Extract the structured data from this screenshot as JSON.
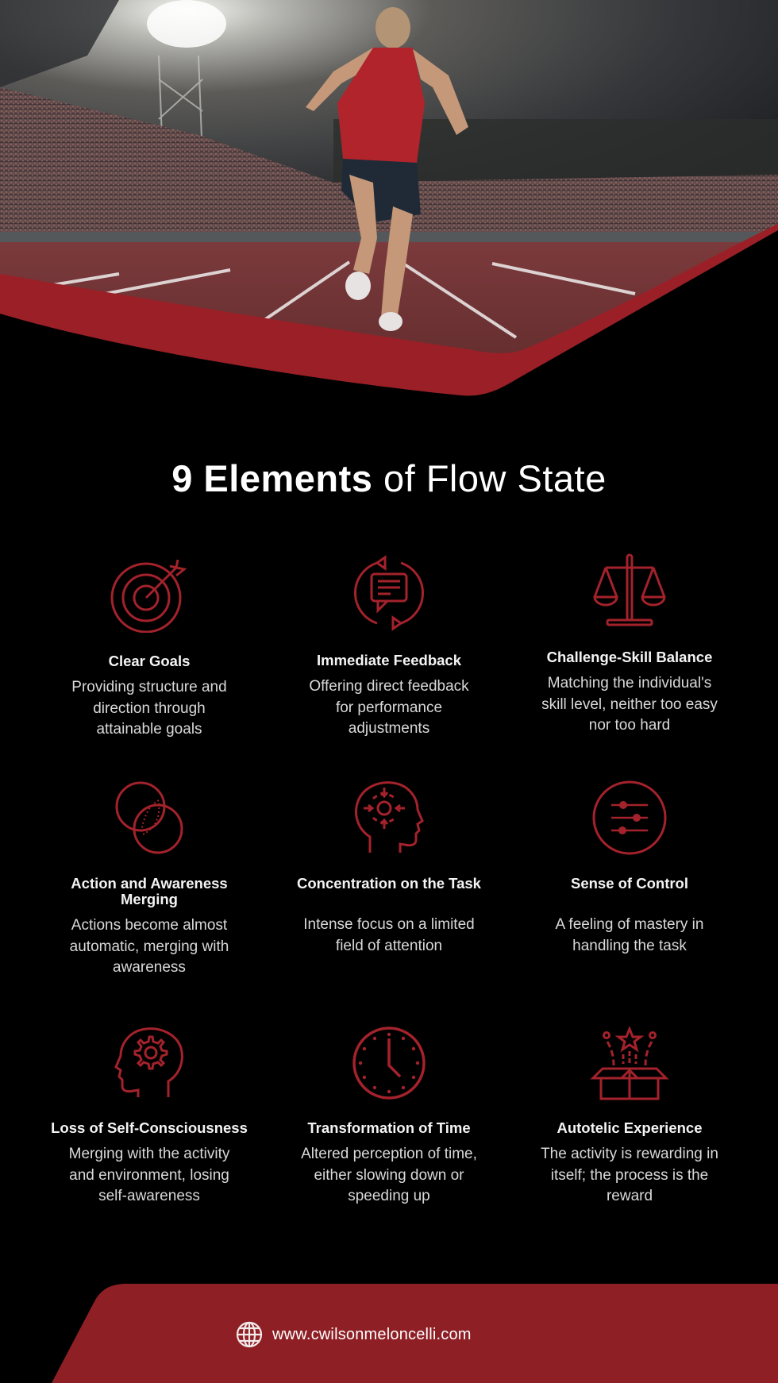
{
  "hero": {
    "image_description": "Sprinter in red tank top bursting off the line on a red running track in a packed stadium under dramatic floodlights and storm clouds",
    "accent_band_color": "#9b1f26"
  },
  "title": {
    "bold": "9 Elements",
    "light": " of Flow State"
  },
  "colors": {
    "background": "#000000",
    "accent": "#a3222b",
    "footer": "#8e1f25",
    "text": "#ffffff",
    "muted_text": "#d9d9d9"
  },
  "elements": [
    {
      "icon": "target-icon",
      "title": "Clear Goals",
      "description": [
        "Providing structure and",
        "direction through",
        "attainable goals"
      ]
    },
    {
      "icon": "feedback-cycle-icon",
      "title": "Immediate Feedback",
      "description": [
        "Offering direct feedback",
        "for performance",
        "adjustments"
      ]
    },
    {
      "icon": "balance-scale-icon",
      "title": "Challenge-Skill Balance",
      "description": [
        "Matching the individual's",
        "skill level, neither too easy",
        "nor too hard"
      ]
    },
    {
      "icon": "merging-circles-icon",
      "title": [
        "Action and Awareness",
        "Merging"
      ],
      "description": [
        "Actions become almost",
        "automatic, merging with",
        "awareness"
      ]
    },
    {
      "icon": "focused-head-icon",
      "title": "Concentration on the Task",
      "description": [
        "Intense focus on a limited",
        "field of attention"
      ]
    },
    {
      "icon": "sliders-control-icon",
      "title": "Sense of Control",
      "description": [
        "A feeling of mastery in",
        "handling the task"
      ]
    },
    {
      "icon": "head-gear-icon",
      "title": "Loss of Self-Consciousness",
      "description": [
        "Merging with the activity",
        "and environment, losing",
        "self-awareness"
      ]
    },
    {
      "icon": "clock-icon",
      "title": "Transformation of Time",
      "description": [
        "Altered perception of time,",
        "either slowing down or",
        "speeding up"
      ]
    },
    {
      "icon": "gift-box-star-icon",
      "title": "Autotelic Experience",
      "description": [
        "The activity is rewarding in",
        "itself; the process is the",
        "reward"
      ]
    }
  ],
  "footer": {
    "icon": "globe-icon",
    "website": "www.cwilsonmeloncelli.com"
  }
}
